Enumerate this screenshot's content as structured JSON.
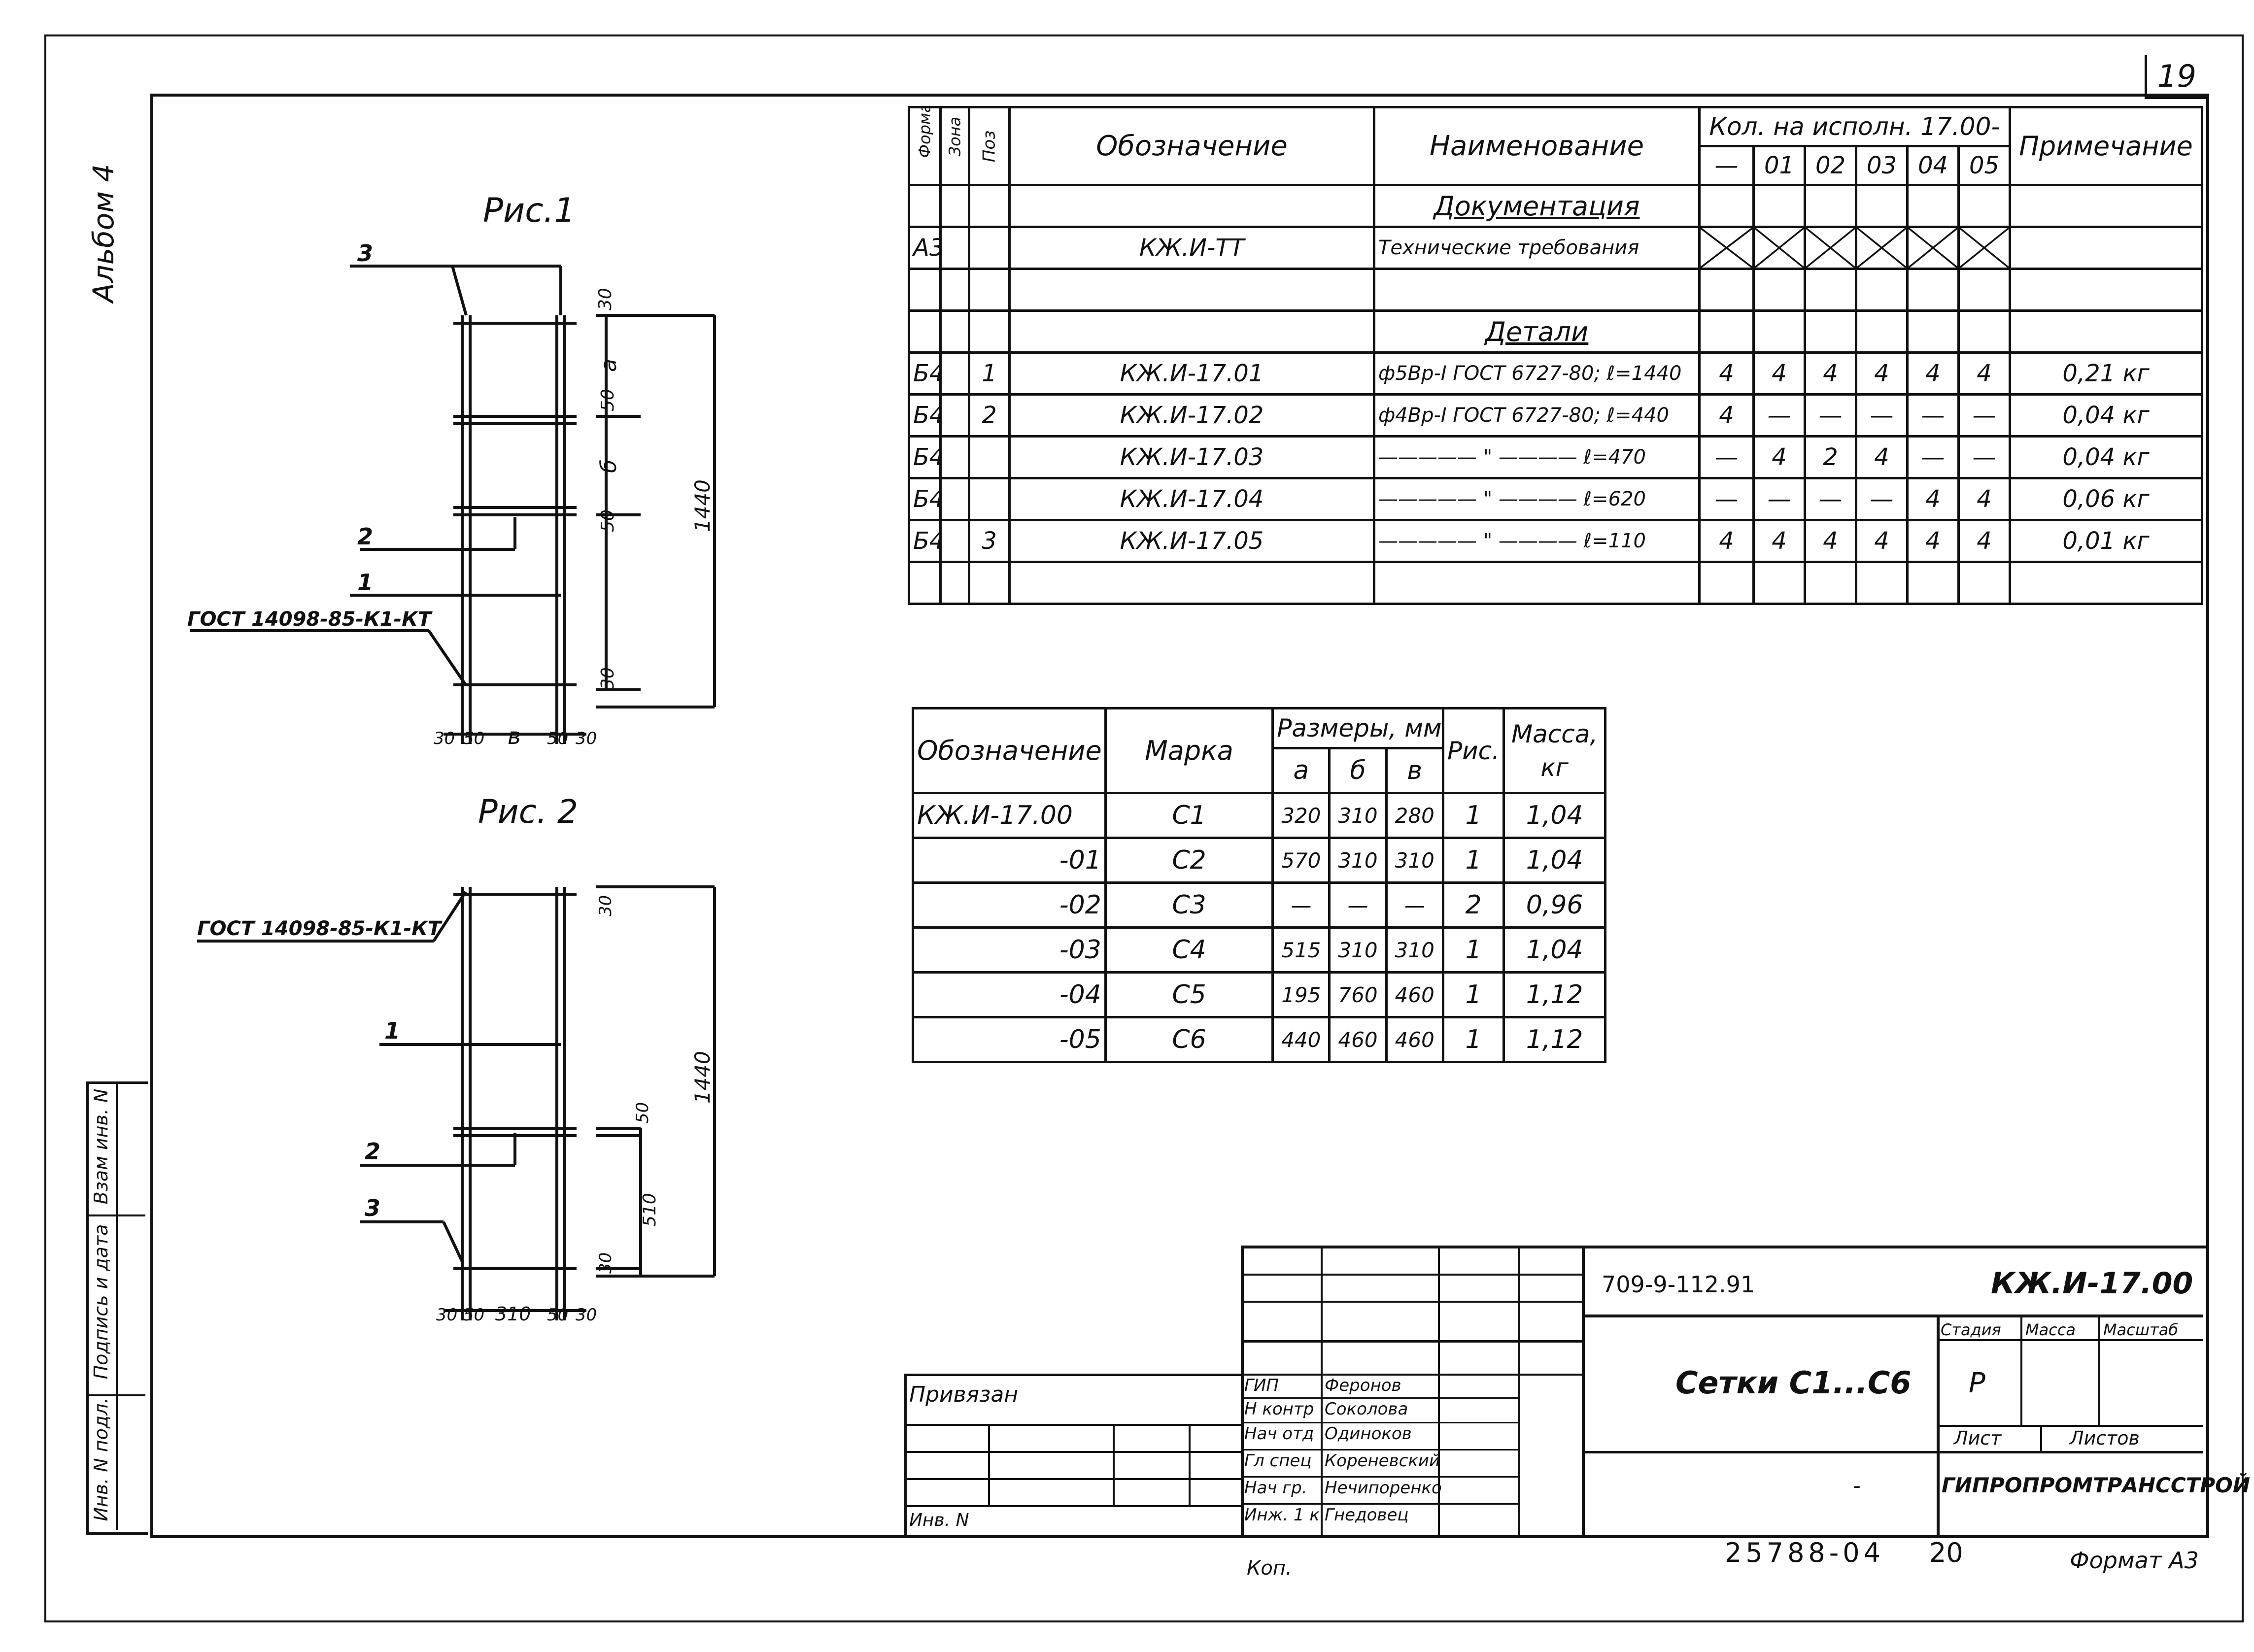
{
  "sheet": {
    "page_number": "19",
    "album": "Альбом 4",
    "copied": "Коп.",
    "archive_no": "25788-04",
    "archive_page": "20",
    "format": "Формат А3",
    "side_labels": [
      "Инв. N подл.",
      "Подпись и дата",
      "Взам инв. N"
    ]
  },
  "figures": {
    "fig1": {
      "title": "Рис.1",
      "callouts": [
        "3",
        "2",
        "1",
        "ГОСТ 14098-85-К1-КТ"
      ],
      "vertical_dims": [
        "30",
        "а",
        "50",
        "б",
        "50",
        "30"
      ],
      "overall": "1440",
      "bottom_dims": [
        "30",
        "50",
        "в",
        "50",
        "30"
      ]
    },
    "fig2": {
      "title": "Рис. 2",
      "callouts": [
        "ГОСТ 14098-85-К1-КТ",
        "1",
        "2",
        "3"
      ],
      "vertical_dims": [
        "30",
        "50",
        "510",
        "30"
      ],
      "overall": "1440",
      "bottom_dims": [
        "30",
        "50",
        "310",
        "50",
        "30"
      ]
    }
  },
  "spec_table": {
    "headers": {
      "format": "Формат",
      "zone": "Зона",
      "pos": "Поз",
      "designation": "Обозначение",
      "name": "Наименование",
      "qty": "Кол. на исполн. 17.00-",
      "note": "Примечание",
      "variants": [
        "—",
        "01",
        "02",
        "03",
        "04",
        "05"
      ]
    },
    "rows": [
      {
        "format": "",
        "zone": "",
        "pos": "",
        "designation": "",
        "name": "Документация",
        "section": true,
        "qty": [
          "",
          "",
          "",
          "",
          "",
          ""
        ],
        "note": ""
      },
      {
        "format": "А3",
        "zone": "",
        "pos": "",
        "designation": "КЖ.И-ТТ",
        "name": "Технические требования",
        "crossed": true,
        "qty": [
          "",
          "",
          "",
          "",
          "",
          ""
        ],
        "note": ""
      },
      {
        "format": "",
        "zone": "",
        "pos": "",
        "designation": "",
        "name": "",
        "qty": [
          "",
          "",
          "",
          "",
          "",
          ""
        ],
        "note": ""
      },
      {
        "format": "",
        "zone": "",
        "pos": "",
        "designation": "",
        "name": "Детали",
        "section": true,
        "qty": [
          "",
          "",
          "",
          "",
          "",
          ""
        ],
        "note": ""
      },
      {
        "format": "Б4",
        "zone": "",
        "pos": "1",
        "designation": "КЖ.И-17.01",
        "name": "ф5Вр-I ГОСТ 6727-80; ℓ=1440",
        "qty": [
          "4",
          "4",
          "4",
          "4",
          "4",
          "4"
        ],
        "note": "0,21 кг"
      },
      {
        "format": "Б4",
        "zone": "",
        "pos": "2",
        "designation": "КЖ.И-17.02",
        "name": "ф4Вр-I ГОСТ 6727-80; ℓ=440",
        "qty": [
          "4",
          "—",
          "—",
          "—",
          "—",
          "—"
        ],
        "note": "0,04 кг"
      },
      {
        "format": "Б4",
        "zone": "",
        "pos": "",
        "designation": "КЖ.И-17.03",
        "name": "————— \" ————   ℓ=470",
        "qty": [
          "—",
          "4",
          "2",
          "4",
          "—",
          "—"
        ],
        "note": "0,04 кг"
      },
      {
        "format": "Б4",
        "zone": "",
        "pos": "",
        "designation": "КЖ.И-17.04",
        "name": "————— \" ————   ℓ=620",
        "qty": [
          "—",
          "—",
          "—",
          "—",
          "4",
          "4"
        ],
        "note": "0,06 кг"
      },
      {
        "format": "Б4",
        "zone": "",
        "pos": "3",
        "designation": "КЖ.И-17.05",
        "name": "————— \" ————   ℓ=110",
        "qty": [
          "4",
          "4",
          "4",
          "4",
          "4",
          "4"
        ],
        "note": "0,01 кг"
      },
      {
        "format": "",
        "zone": "",
        "pos": "",
        "designation": "",
        "name": "",
        "qty": [
          "",
          "",
          "",
          "",
          "",
          ""
        ],
        "note": ""
      }
    ]
  },
  "mass_table": {
    "headers": {
      "designation": "Обозначение",
      "mark": "Марка",
      "sizes": "Размеры, мм",
      "a": "а",
      "b": "б",
      "v": "в",
      "fig": "Рис.",
      "mass": "Масса, кг"
    },
    "rows": [
      {
        "designation": "КЖ.И-17.00",
        "mark": "С1",
        "a": "320",
        "b": "310",
        "v": "280",
        "fig": "1",
        "mass": "1,04"
      },
      {
        "designation": "-01",
        "mark": "С2",
        "a": "570",
        "b": "310",
        "v": "310",
        "fig": "1",
        "mass": "1,04"
      },
      {
        "designation": "-02",
        "mark": "С3",
        "a": "—",
        "b": "—",
        "v": "—",
        "fig": "2",
        "mass": "0,96"
      },
      {
        "designation": "-03",
        "mark": "С4",
        "a": "515",
        "b": "310",
        "v": "310",
        "fig": "1",
        "mass": "1,04"
      },
      {
        "designation": "-04",
        "mark": "С5",
        "a": "195",
        "b": "760",
        "v": "460",
        "fig": "1",
        "mass": "1,12"
      },
      {
        "designation": "-05",
        "mark": "С6",
        "a": "440",
        "b": "460",
        "v": "460",
        "fig": "1",
        "mass": "1,12"
      }
    ]
  },
  "title_block": {
    "project_no": "709-9-112.91",
    "doc_code": "КЖ.И-17.00",
    "title": "Сетки С1...С6",
    "stage_label": "Стадия",
    "mass_label": "Масса",
    "scale_label": "Масштаб",
    "stage": "Р",
    "sheet_label": "Лист",
    "sheets_label": "Листов",
    "org": "ГИПРОПРОМТРАНССТРОЙ",
    "tied_label": "Привязан",
    "inv_label": "Инв. N",
    "dash": "-",
    "roles": [
      {
        "role": "ГИП",
        "name": "Феронов"
      },
      {
        "role": "Н контр",
        "name": "Соколова"
      },
      {
        "role": "Нач отд",
        "name": "Одиноков"
      },
      {
        "role": "Гл спец",
        "name": "Кореневский"
      },
      {
        "role": "Нач гр.",
        "name": "Нечипоренко"
      },
      {
        "role": "Инж. 1 к",
        "name": "Гнедовец"
      }
    ]
  }
}
